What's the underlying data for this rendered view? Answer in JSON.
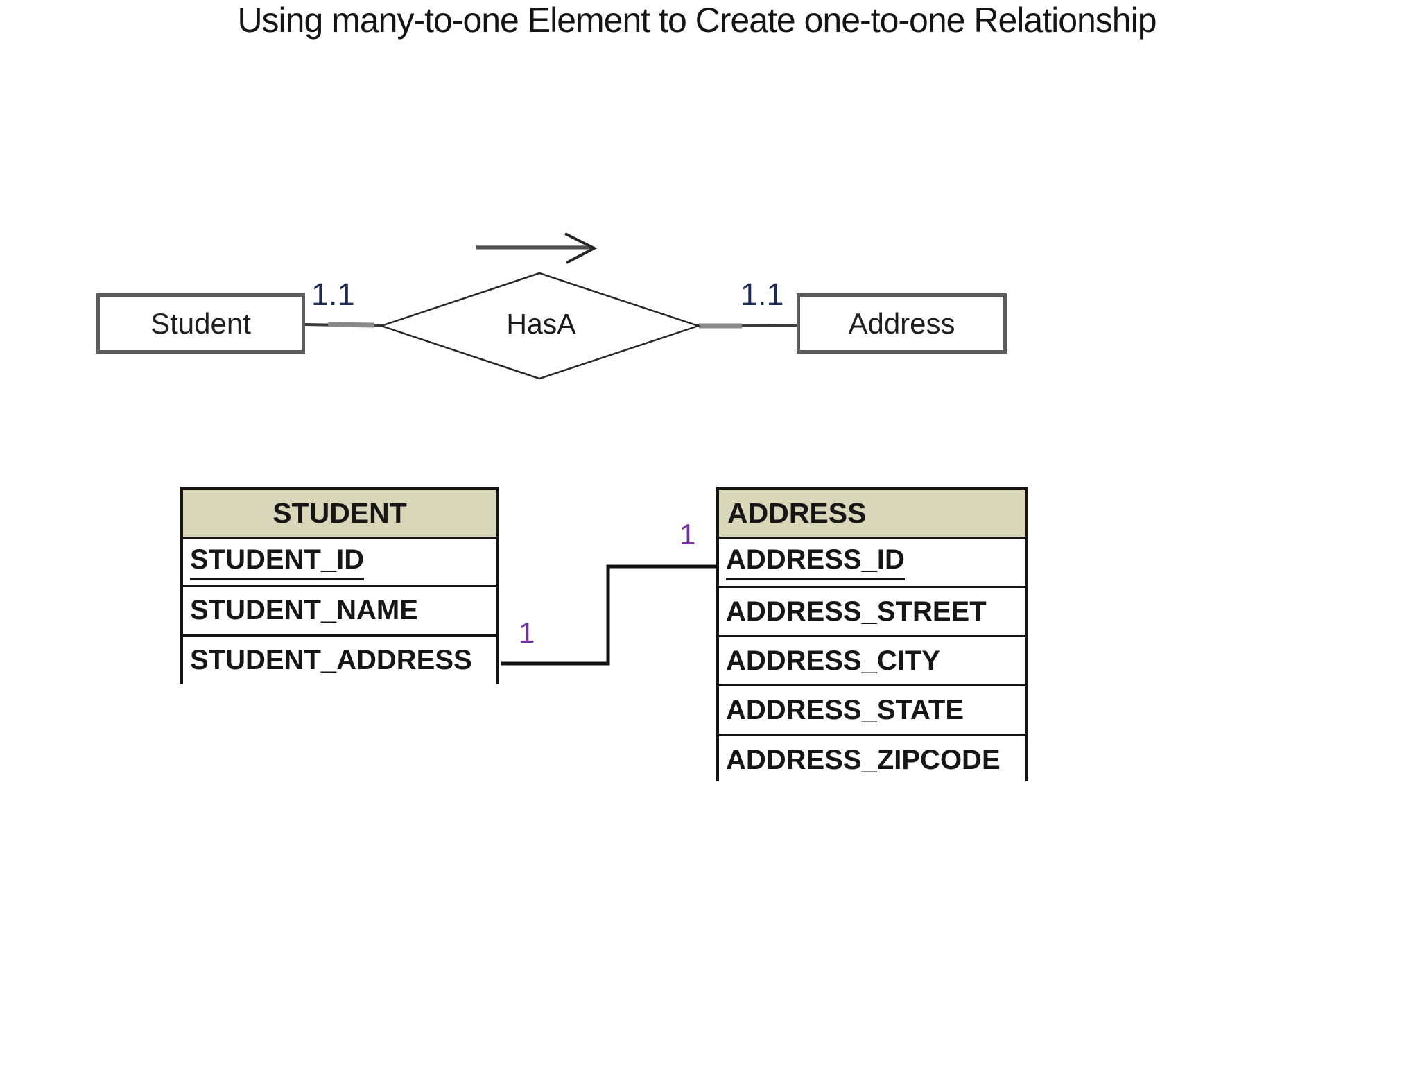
{
  "page": {
    "title": "Using many-to-one Element to Create one-to-one Relationship"
  },
  "er": {
    "student_label": "Student",
    "address_label": "Address",
    "relationship_label": "HasA",
    "left_cardinality": "1.1",
    "right_cardinality": "1.1",
    "arrow_icon": "direction-arrow"
  },
  "schema": {
    "student": {
      "header": "STUDENT",
      "rows": [
        {
          "label": "STUDENT_ID",
          "pk": true
        },
        {
          "label": "STUDENT_NAME",
          "pk": false
        },
        {
          "label": "STUDENT_ADDRESS",
          "pk": false
        }
      ]
    },
    "address": {
      "header": "ADDRESS",
      "rows": [
        {
          "label": "ADDRESS_ID",
          "pk": true
        },
        {
          "label": "ADDRESS_STREET",
          "pk": false
        },
        {
          "label": "ADDRESS_CITY",
          "pk": false
        },
        {
          "label": "ADDRESS_STATE",
          "pk": false
        },
        {
          "label": "ADDRESS_ZIPCODE",
          "pk": false
        }
      ]
    },
    "link": {
      "student_end_label": "1",
      "address_end_label": "1"
    }
  },
  "colors": {
    "background": "#ffffff",
    "table_header_fill": "#d9d6ba",
    "table_border": "#141414",
    "entity_border": "#5c5c5c",
    "diagram_line": "#2f2f2f",
    "arrow_line": "#4d4d4d",
    "cardinality_text": "#1c2a52",
    "multiplicity_text": "#7030a0",
    "text": "#161616"
  }
}
